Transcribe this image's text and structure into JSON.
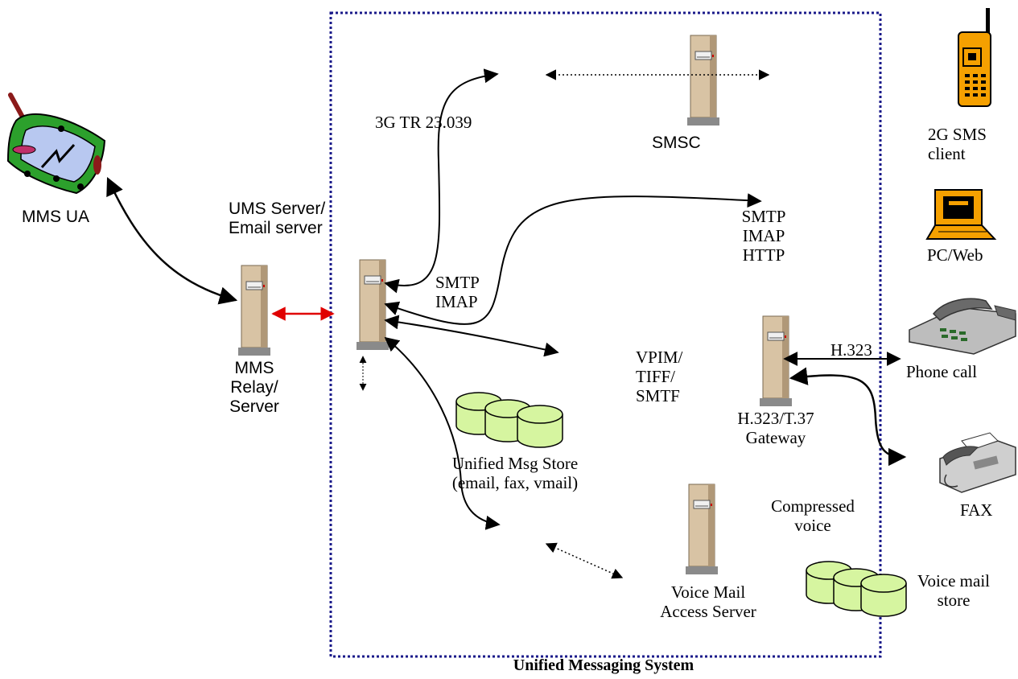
{
  "colors": {
    "boundary": "#1a1a8a",
    "server_body": "#d8c3a4",
    "server_shadow": "#9c8466",
    "server_base": "#8a8a8a",
    "store_fill": "#d6f5a0",
    "handset_fill": "#f5a000",
    "laptop_fill": "#f5a000",
    "pda_fill": "#2ca02c",
    "pda_screen": "#b8c8f0",
    "relay_link": "#e00000",
    "arrow": "#000000"
  },
  "labels": {
    "mms_ua": "MMS UA",
    "mms_relay": "MMS\nRelay/\nServer",
    "ums_server": "UMS Server/\nEmail server",
    "tr_23039": "3G TR 23.039",
    "smsc": "SMSC",
    "sms_client": "2G SMS\nclient",
    "pc_web": "PC/Web",
    "smtp_imap_http": "SMTP\nIMAP\nHTTP",
    "smtp_imap": "SMTP\nIMAP",
    "vpim": "VPIM/\nTIFF/\nSMTF",
    "h323": "H.323",
    "phone_call": "Phone call",
    "gateway": "H.323/T.37\nGateway",
    "fax": "FAX",
    "msg_store": "Unified Msg Store\n(email, fax, vmail)",
    "compressed_voice": "Compressed\nvoice",
    "vm_server": "Voice Mail\nAccess Server",
    "vm_store": "Voice mail\nstore",
    "system_title": "Unified Messaging System"
  },
  "icons": {
    "pda": "pda-icon",
    "server": "server-tower-icon",
    "mobile_phone": "mobile-phone-icon",
    "laptop": "laptop-icon",
    "telephone": "telephone-icon",
    "fax_machine": "fax-machine-icon",
    "database": "database-cylinder-icon"
  }
}
